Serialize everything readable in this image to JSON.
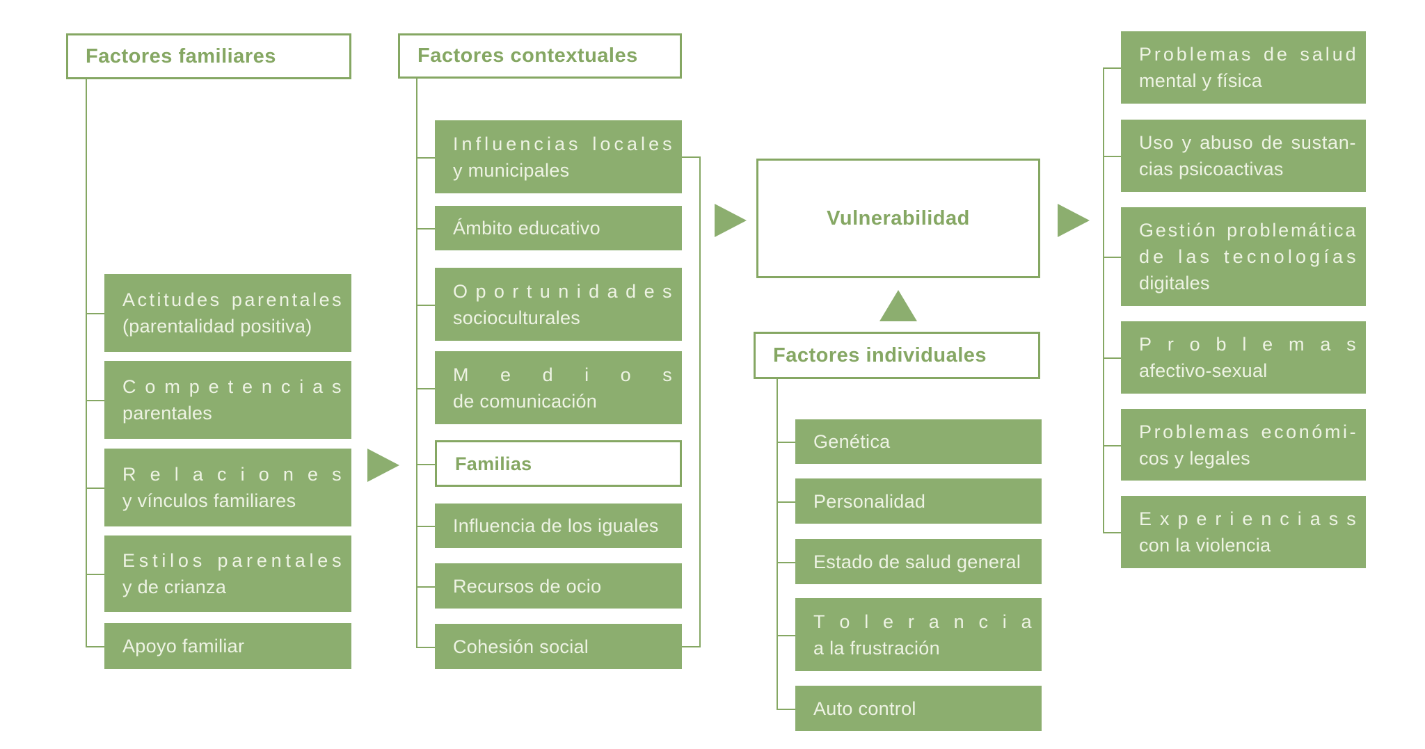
{
  "colors": {
    "box_fill": "#8cae6f",
    "line_green": "#85a763",
    "box_text": "#eef3e4",
    "background": "#ffffff"
  },
  "diagram": {
    "vulnerability": {
      "label": "Vulnerabilidad"
    },
    "icons": {
      "flow_arrows": [
        "arrow-right-icon",
        "arrow-right-icon",
        "arrow-right-icon",
        "arrow-up-icon"
      ]
    },
    "columns": [
      {
        "id": "factores-familiares",
        "header": "Factores familiares",
        "items": [
          {
            "lines": [
              "Actitudes parentales",
              "(parentalidad positiva)"
            ]
          },
          {
            "lines": [
              "Competencias",
              "parentales"
            ]
          },
          {
            "lines": [
              "Relaciones",
              "y vínculos familiares"
            ]
          },
          {
            "lines": [
              "Estilos parentales",
              "y de crianza"
            ]
          },
          {
            "lines": [
              "Apoyo familiar"
            ]
          }
        ]
      },
      {
        "id": "factores-contextuales",
        "header": "Factores contextuales",
        "items": [
          {
            "lines": [
              "Influencias locales",
              "y municipales"
            ]
          },
          {
            "lines": [
              "Ámbito educativo"
            ]
          },
          {
            "lines": [
              "Oportunidades",
              "socioculturales"
            ]
          },
          {
            "lines": [
              "Medios",
              "de comunicación"
            ]
          },
          {
            "lines": [
              "Familias"
            ],
            "variant": "outline"
          },
          {
            "lines": [
              "Influencia de los iguales"
            ]
          },
          {
            "lines": [
              "Recursos de ocio"
            ]
          },
          {
            "lines": [
              "Cohesión social"
            ]
          }
        ]
      },
      {
        "id": "factores-individuales",
        "header": "Factores individuales",
        "items": [
          {
            "lines": [
              "Genética"
            ]
          },
          {
            "lines": [
              "Personalidad"
            ]
          },
          {
            "lines": [
              "Estado de salud general"
            ]
          },
          {
            "lines": [
              "Tolerancia",
              "a la frustración"
            ]
          },
          {
            "lines": [
              "Auto control"
            ]
          }
        ]
      },
      {
        "id": "consecuencias",
        "header": null,
        "items": [
          {
            "lines": [
              "Problemas de salud",
              "mental y física"
            ]
          },
          {
            "lines": [
              "Uso y abuso de sustan-",
              "cias psicoactivas"
            ]
          },
          {
            "lines": [
              "Gestión problemática",
              "de las tecnologías",
              "digitales"
            ]
          },
          {
            "lines": [
              "Problemas",
              "afectivo-sexual"
            ]
          },
          {
            "lines": [
              "Problemas económi-",
              "cos y legales"
            ]
          },
          {
            "lines": [
              "Experienciass",
              "con la violencia"
            ]
          }
        ]
      }
    ]
  }
}
